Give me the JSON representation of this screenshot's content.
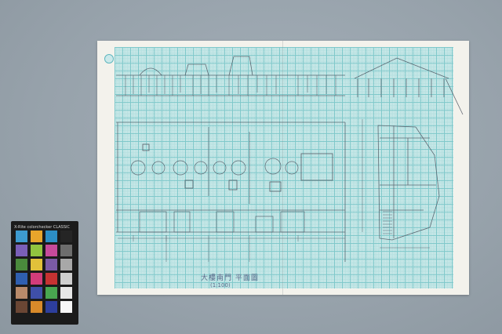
{
  "scene": {
    "background": "#9aa5ae",
    "paper_color": "#f3f2ec",
    "grid_color": "#7cc7c9",
    "pencil_color": "#4e5560"
  },
  "drawing": {
    "labels": [
      "大樓南門 平面圖",
      "(1:100)"
    ]
  },
  "colorchecker": {
    "brand": "X-Rite colorchecker CLASSIC",
    "patches": [
      "#3d9bd0",
      "#e8a52b",
      "#2c8ec5",
      "#252525",
      "#7a5fb8",
      "#91c43f",
      "#c64a9b",
      "#6d6d6d",
      "#4a8a3c",
      "#e2c13a",
      "#7b5aa6",
      "#a8a8a8",
      "#2f5fb0",
      "#d23c7a",
      "#c63232",
      "#cfcfcf",
      "#b88a6a",
      "#3f4fa8",
      "#49a650",
      "#e7e7e7",
      "#6a4634",
      "#d88a2a",
      "#2d3e9c",
      "#f6f6f6"
    ]
  }
}
